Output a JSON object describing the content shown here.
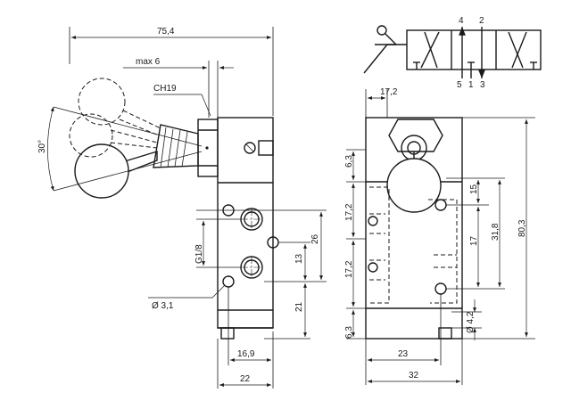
{
  "drawing": {
    "left_view": {
      "overall_width": "75,4",
      "max_label": "max 6",
      "wrench_size": "CH19",
      "angle": "30°",
      "port_thread": "G1/8",
      "hole_diameter": "Ø 3,1",
      "dim_26": "26",
      "dim_13": "13",
      "dim_21": "21",
      "dim_16_9": "16,9",
      "dim_22": "22"
    },
    "right_view": {
      "dim_17_2_top": "17,2",
      "dim_6_3_top": "6,3",
      "dim_17_2_a": "17,2",
      "dim_17_2_b": "17,2",
      "dim_6_3_bottom": "6,3",
      "dim_15": "15",
      "dim_17": "17",
      "dim_31_8": "31,8",
      "dim_80_3": "80,3",
      "dim_4_2": "Ø 4,2",
      "dim_23": "23",
      "dim_32": "32"
    },
    "symbol": {
      "port_4": "4",
      "port_2": "2",
      "port_5": "5",
      "port_1": "1",
      "port_3": "3"
    }
  }
}
